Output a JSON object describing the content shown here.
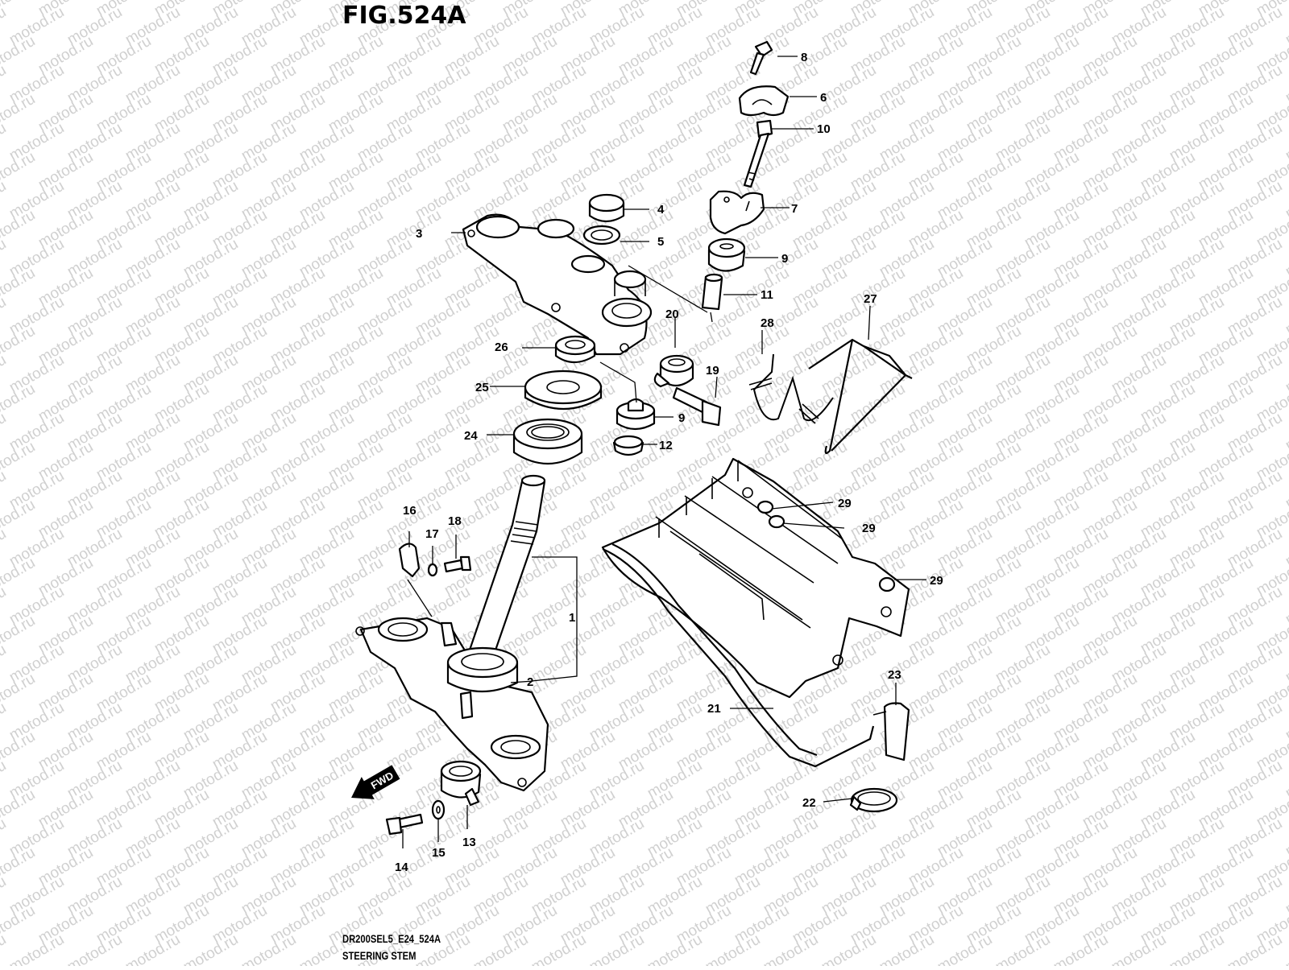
{
  "figure": {
    "title": "FIG.524A",
    "code": "DR200SEL5_E24_524A",
    "name": "STEERING STEM"
  },
  "watermark": "motod.ru",
  "fwd_label": "FWD",
  "callouts": [
    "1",
    "2",
    "3",
    "4",
    "5",
    "6",
    "7",
    "8",
    "9",
    "9",
    "10",
    "11",
    "12",
    "13",
    "14",
    "15",
    "16",
    "17",
    "18",
    "19",
    "20",
    "21",
    "22",
    "23",
    "24",
    "25",
    "26",
    "27",
    "28",
    "29",
    "29",
    "29"
  ]
}
